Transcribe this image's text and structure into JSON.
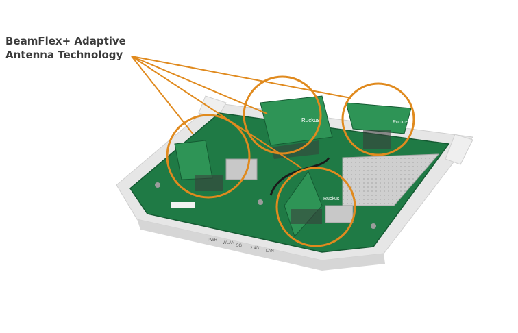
{
  "callout": {
    "line1": "BeamFlex+ Adaptive",
    "line2": "Antenna Technology"
  },
  "board": {
    "silkscreen": [
      "PWR",
      "WLAN",
      "5G",
      "2.4G",
      "LAN"
    ],
    "brand_tags": [
      "Ruckus",
      "Ruckus",
      "Ruckus"
    ]
  },
  "colors": {
    "highlight": "#e08a1e",
    "pcb": "#1f7a45",
    "pcb_dark": "#145a32",
    "enclosure": "#e9e9e9",
    "shield": "#c8c8c8"
  }
}
